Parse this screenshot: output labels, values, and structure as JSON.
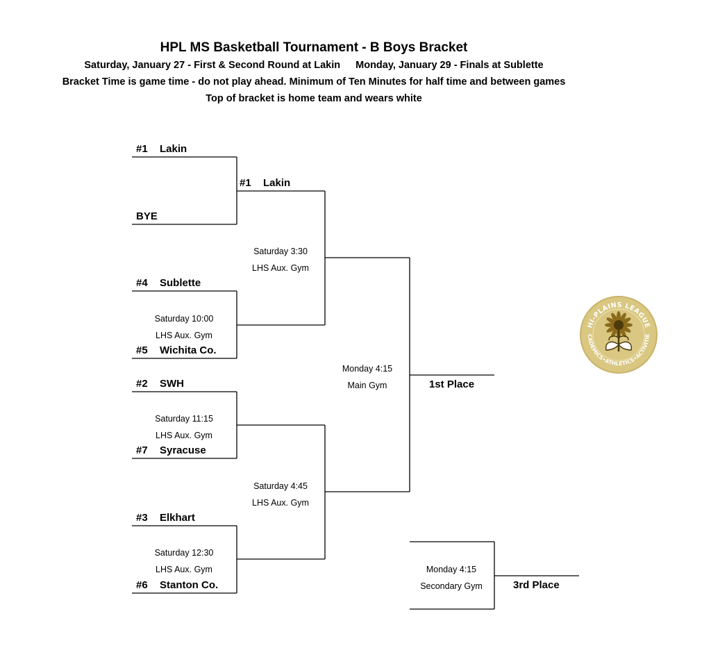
{
  "header": {
    "title": "HPL MS Basketball Tournament - B Boys Bracket",
    "dates_left": "Saturday, January 27 - First & Second Round at Lakin",
    "dates_right": "Monday, January 29 - Finals at Sublette",
    "rules": "Bracket Time is game time - do not play ahead.  Minimum of Ten Minutes for half time and between games",
    "home_note": "Top of bracket is home team and wears white"
  },
  "round1": [
    {
      "top": {
        "seed": "#1",
        "name": "Lakin"
      },
      "bottom": {
        "seed": "",
        "name": "BYE"
      }
    },
    {
      "top": {
        "seed": "#4",
        "name": "Sublette"
      },
      "bottom": {
        "seed": "#5",
        "name": "Wichita Co."
      },
      "time": "Saturday 10:00",
      "venue": "LHS Aux. Gym"
    },
    {
      "top": {
        "seed": "#2",
        "name": "SWH"
      },
      "bottom": {
        "seed": "#7",
        "name": "Syracuse"
      },
      "time": "Saturday 11:15",
      "venue": "LHS Aux. Gym"
    },
    {
      "top": {
        "seed": "#3",
        "name": "Elkhart"
      },
      "bottom": {
        "seed": "#6",
        "name": "Stanton Co."
      },
      "time": "Saturday 12:30",
      "venue": "LHS Aux. Gym"
    }
  ],
  "round2": [
    {
      "winner": {
        "seed": "#1",
        "name": "Lakin"
      },
      "time": "Saturday 3:30",
      "venue": "LHS Aux. Gym"
    },
    {
      "time": "Saturday 4:45",
      "venue": "LHS Aux. Gym"
    }
  ],
  "final": {
    "time": "Monday 4:15",
    "venue": "Main Gym",
    "label": "1st Place"
  },
  "third": {
    "time": "Monday 4:15",
    "venue": "Secondary Gym",
    "label": "3rd Place"
  },
  "logo": {
    "top_text": "HI-PLAINS LEAGUE",
    "bottom_text": "ACADEMICS•ATHLETICS•ACTIVITIES",
    "color": "#d9c782",
    "ring_color": "#c9b468"
  }
}
